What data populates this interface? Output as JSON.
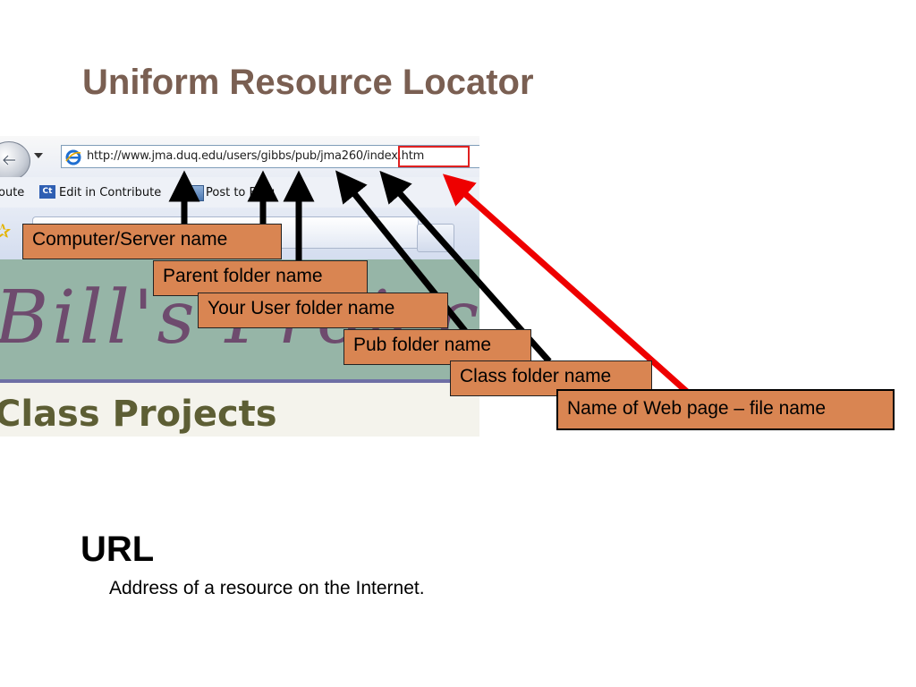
{
  "slide": {
    "title": "Uniform Resource Locator"
  },
  "browser": {
    "address_url": "http://www.jma.duq.edu/users/gibbs/pub/jma260/index.htm",
    "links_bar": {
      "partial_left": "oute",
      "edit_in_contribute": "Edit in Contribute",
      "post_to_blog": "Post to Blog",
      "contribute_icon_text": "Ct"
    },
    "page_banner_text": "Bill's Projects",
    "page_heading": "Class Projects",
    "icons": {
      "back": "back-arrow-icon",
      "ie": "internet-explorer-icon",
      "favorites": "favorites-star-icon"
    }
  },
  "callouts": {
    "computer_server": "Computer/Server name",
    "parent_folder": "Parent folder name",
    "user_folder": "Your User folder name",
    "pub_folder": "Pub folder name",
    "class_folder": "Class folder name",
    "file_name": "Name of Web page – file name"
  },
  "definition": {
    "term": "URL",
    "text": "Address of a resource on the Internet."
  },
  "colors": {
    "title": "#7a5f52",
    "callout_fill": "#d98552",
    "highlight_red": "#e02020"
  }
}
